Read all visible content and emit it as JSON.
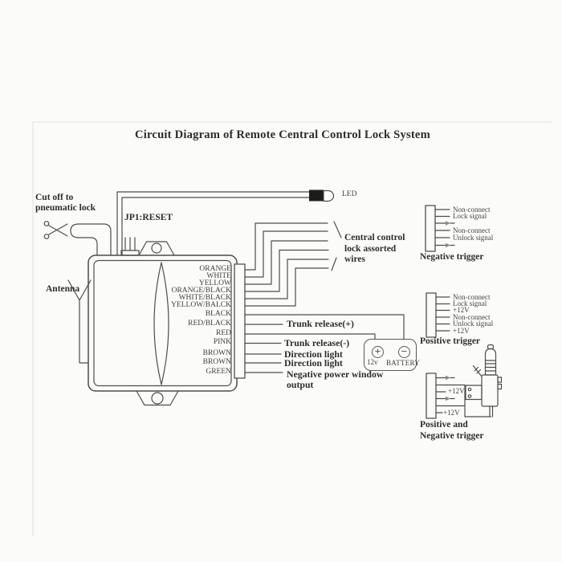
{
  "title": "Circuit Diagram of Remote Central Control Lock System",
  "annotations": {
    "cut_off_line1": "Cut off to",
    "cut_off_line2": "pneumatic lock",
    "antenna": "Antenna",
    "jp1": "JP1:RESET",
    "led": "LED",
    "callout_line1": "Central control",
    "callout_line2": "lock assorted",
    "callout_line3": "wires"
  },
  "control_box": {
    "wire_labels": [
      "ORANGE",
      "WHITE",
      "YELLOW",
      "ORANGE/BLACK",
      "WHITE/BLACK",
      "YELLOW/BALCK",
      "BLACK",
      "RED/BLACK",
      "RED",
      "PINK",
      "BROWN",
      "BROWN",
      "GREEN"
    ]
  },
  "outputs": {
    "trunk_release_pos": "Trunk release(+)",
    "trunk_release_neg": "Trunk release(-)",
    "direction_light_1": "Direction light",
    "direction_light_2": "Direction light",
    "negative_power_window_line1": "Negative power window",
    "negative_power_window_line2": "output"
  },
  "battery": {
    "plus": "+",
    "minus": "−",
    "voltage": "12v",
    "label": "BATTERY"
  },
  "triggers": {
    "negative": {
      "name": "Negative trigger",
      "pin_labels": [
        "Non-connect",
        "Lock signal",
        "",
        "Non-connect",
        "Unlock signal",
        ""
      ]
    },
    "positive": {
      "name": "Positive trigger",
      "pin_labels": [
        "Non-connect",
        "Lock signal",
        "+12V",
        "Non-connect",
        "Unlock signal",
        "+12V"
      ]
    },
    "positive_negative": {
      "name_line1": "Positive and",
      "name_line2": "Negative trigger",
      "pin3_label": "+12V",
      "pin6_label": "+12V"
    }
  },
  "colors": {
    "line": "#4d4d4d",
    "text": "#333333",
    "led_body": "#1c1c1c",
    "background": "#fbfbf9"
  }
}
